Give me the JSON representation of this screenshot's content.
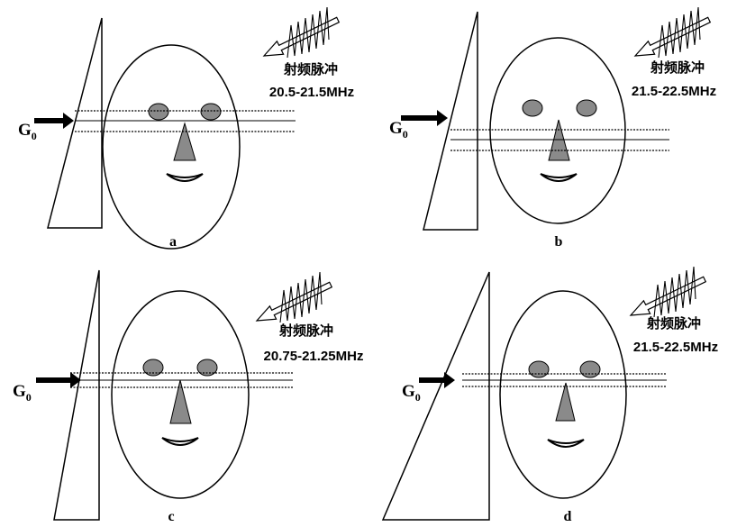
{
  "panels": [
    {
      "label": "a",
      "rf_title": "射频脉冲",
      "freq": "20.5-21.5MHz",
      "gradient": "G",
      "gradient_sub": "0"
    },
    {
      "label": "b",
      "rf_title": "射频脉冲",
      "freq": "21.5-22.5MHz",
      "gradient": "G",
      "gradient_sub": "0"
    },
    {
      "label": "c",
      "rf_title": "射频脉冲",
      "freq": "20.75-21.25MHz",
      "gradient": "G",
      "gradient_sub": "0"
    },
    {
      "label": "d",
      "rf_title": "射频脉冲",
      "freq": "21.5-22.5MHz",
      "gradient": "G",
      "gradient_sub": "0"
    }
  ],
  "colors": {
    "feature_fill": "#8a8a8a",
    "stroke": "#000000"
  }
}
